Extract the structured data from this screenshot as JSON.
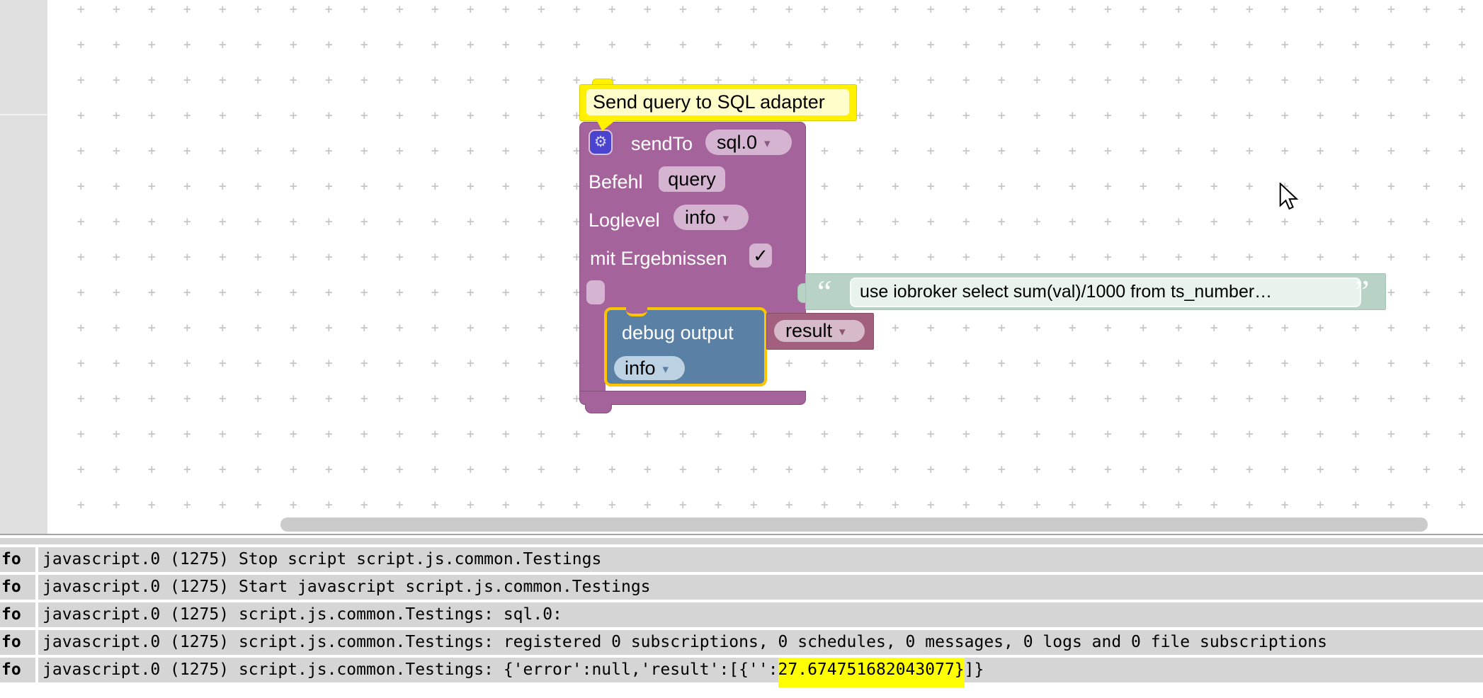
{
  "icons": {
    "gear": "⚙",
    "dropdown_arrow": "▾"
  },
  "workspace": {
    "comment_block": {
      "text": "Send query to SQL adapter"
    },
    "sendto_block": {
      "label": "sendTo",
      "instance": "sql.0",
      "command_label": "Befehl",
      "command_value": "query",
      "loglevel_label": "Loglevel",
      "loglevel_value": "info",
      "with_results_label": "mit Ergebnissen",
      "with_results_check": "✓"
    },
    "query_string_block": {
      "open_quote": "“",
      "text": "use iobroker select sum(val)/1000 from ts_number…",
      "close_quote": "”"
    },
    "debug_block": {
      "label": "debug output",
      "variable": "result",
      "loglevel": "info"
    }
  },
  "log_panel": {
    "rows": [
      {
        "severity": "fo",
        "segments": [
          {
            "text": "javascript.0 (1275) Stop script script.js.common.Testings",
            "highlight": false
          }
        ]
      },
      {
        "severity": "fo",
        "segments": [
          {
            "text": "javascript.0 (1275) Start javascript script.js.common.Testings",
            "highlight": false
          }
        ]
      },
      {
        "severity": "fo",
        "segments": [
          {
            "text": "javascript.0 (1275) script.js.common.Testings: sql.0:",
            "highlight": false
          }
        ]
      },
      {
        "severity": "fo",
        "segments": [
          {
            "text": "javascript.0 (1275) script.js.common.Testings: registered 0 subscriptions, 0 schedules, 0 messages, 0 logs and 0 file subscriptions",
            "highlight": false
          }
        ]
      },
      {
        "severity": "fo",
        "segments": [
          {
            "text": "javascript.0 (1275) script.js.common.Testings: {'error':null,'result':[{'':",
            "highlight": false
          },
          {
            "text": "27.674751682043077}",
            "highlight": true
          },
          {
            "text": "]}",
            "highlight": false
          }
        ]
      }
    ]
  },
  "colors": {
    "sendto_purple": "#a4649b",
    "purple_field": "#d5b4d2",
    "gear_badge_blue": "#4943ce",
    "comment_yellow": "#fff100",
    "comment_field_yellow": "#fffdc9",
    "string_teal": "#b8d2c5",
    "string_field": "#e9f2ec",
    "debug_blue": "#5b80a5",
    "debug_field_blue": "#bcd2e2",
    "selection_gold": "#fdc500",
    "variable_rose": "#a2607e",
    "variable_field": "#d7bac9",
    "toolbox_gray": "#e0e0e0",
    "log_row_gray": "#d5d5d5",
    "log_highlight_yellow": "#ffff00",
    "scrollbar_gray": "#cbcbcb"
  }
}
